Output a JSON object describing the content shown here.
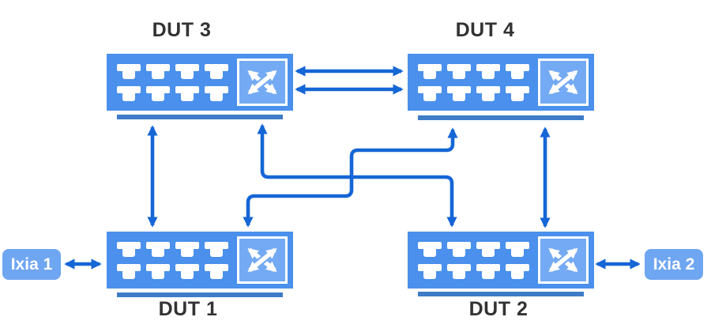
{
  "diagram": {
    "type": "network-test-topology",
    "nodes": {
      "dut3": {
        "label": "DUT 3",
        "kind": "switch",
        "ports": 8
      },
      "dut4": {
        "label": "DUT 4",
        "kind": "switch",
        "ports": 8
      },
      "dut1": {
        "label": "DUT 1",
        "kind": "switch",
        "ports": 8
      },
      "dut2": {
        "label": "DUT 2",
        "kind": "switch",
        "ports": 8
      },
      "ixia1": {
        "label": "Ixia 1",
        "kind": "traffic-generator"
      },
      "ixia2": {
        "label": "Ixia 2",
        "kind": "traffic-generator"
      }
    },
    "links": [
      {
        "id": "dut3-dut4-upper",
        "from": "dut3",
        "to": "dut4",
        "style": "straight",
        "direction": "bidirectional"
      },
      {
        "id": "dut3-dut4-lower",
        "from": "dut3",
        "to": "dut4",
        "style": "straight",
        "direction": "bidirectional"
      },
      {
        "id": "dut3-dut1",
        "from": "dut3",
        "to": "dut1",
        "style": "straight",
        "direction": "bidirectional"
      },
      {
        "id": "dut4-dut2",
        "from": "dut4",
        "to": "dut2",
        "style": "straight",
        "direction": "bidirectional"
      },
      {
        "id": "dut3-dut2",
        "from": "dut3",
        "to": "dut2",
        "style": "elbow",
        "direction": "bidirectional"
      },
      {
        "id": "dut4-dut1",
        "from": "dut4",
        "to": "dut1",
        "style": "elbow",
        "direction": "bidirectional"
      },
      {
        "id": "ixia1-dut1",
        "from": "ixia1",
        "to": "dut1",
        "style": "straight",
        "direction": "bidirectional"
      },
      {
        "id": "ixia2-dut2",
        "from": "ixia2",
        "to": "dut2",
        "style": "straight",
        "direction": "bidirectional"
      }
    ]
  },
  "colors": {
    "switch_body": "#4A90EC",
    "switch_icon_fill": "#73AAF3",
    "underline_bar": "#3E7CC7",
    "link": "#1566D6",
    "ixia_box": "#6FA6F1",
    "label_text": "#333333",
    "background": "#FFFFFF",
    "port": "#FFFFFF"
  }
}
